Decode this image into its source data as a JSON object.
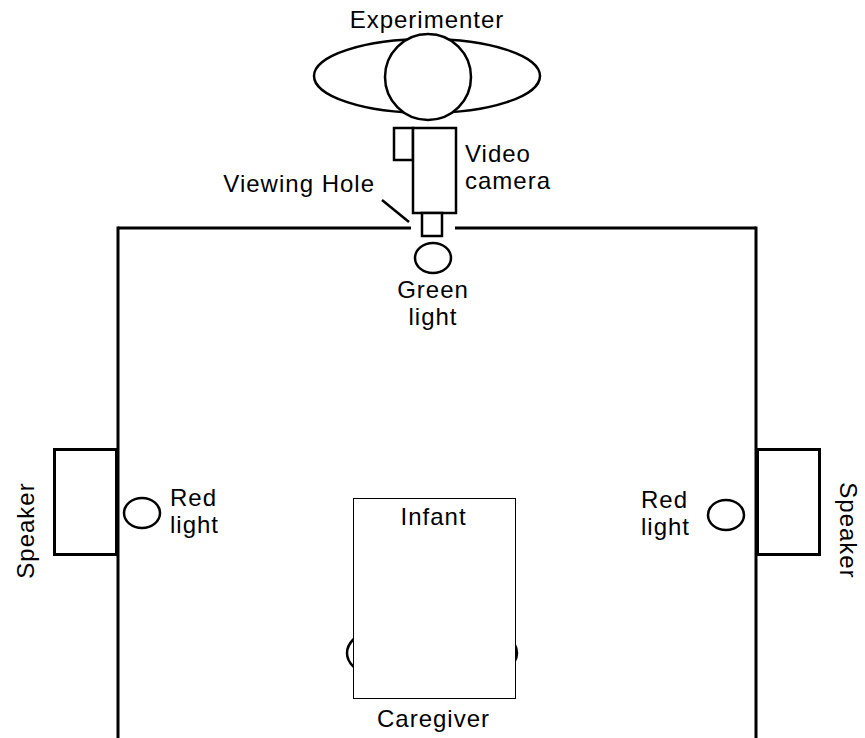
{
  "diagram": {
    "nodes": [
      {
        "text": [
          "Speaker"
        ]
      },
      {
        "text": [
          "Speaker"
        ]
      },
      {
        "text": [
          "Infant",
          "Caregiver"
        ]
      }
    ],
    "labels": [
      "Experimenter",
      "Video camera",
      "Viewing Hole",
      "Green light",
      "Red light",
      "Red light"
    ]
  }
}
